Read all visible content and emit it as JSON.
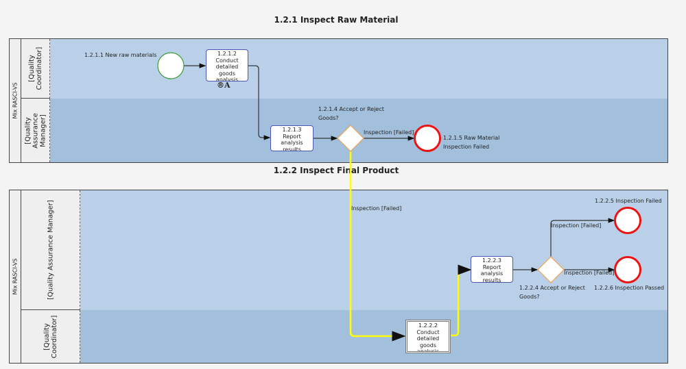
{
  "pool1": {
    "title": "1.2.1 Inspect Raw Material",
    "label": "Mix RASCI-VS",
    "lanes": [
      "[Quality Coordinator]",
      "[Quality Assurance Manager]"
    ],
    "start_label": "1.2.1.1 New raw materials",
    "task2": [
      "1.2.1.2",
      "Conduct",
      "detailed",
      "goods",
      "analysis"
    ],
    "task2_marker": "®A",
    "task3": [
      "1.2.1.3",
      "Report",
      "analysis",
      "results"
    ],
    "gateway": "1.2.1.4 Accept or Reject Goods?",
    "flow_label": "Inspection [Failed]",
    "end_label": "1.2.1.5 Raw Material Inspection Failed"
  },
  "pool2": {
    "title": "1.2.2 Inspect Final Product",
    "label": "Mix RASCI-VS",
    "lanes": [
      "[Quality Assurance Manager]",
      "[Quality Coordinator]"
    ],
    "cross_flow_label": "Inspection [Failed]",
    "task2": [
      "1.2.2.2",
      "Conduct",
      "detailed",
      "goods",
      "analysis"
    ],
    "task3": [
      "1.2.2.3",
      "Report",
      "analysis",
      "results"
    ],
    "gateway": "1.2.2.4 Accept or Reject Goods?",
    "flow_up_label": "Inspection [Failed]",
    "flow_right_label": "Inspection [Failed]",
    "end5_label": "1.2.2.5 Inspection Failed",
    "end6_label": "1.2.2.6 Inspection Passed"
  },
  "colors": {
    "highlight": "#ffff00",
    "end_event": "#ee1111",
    "start_event": "#3a9a3a",
    "gateway": "#f0a050",
    "task_border": "#4a56b0"
  }
}
